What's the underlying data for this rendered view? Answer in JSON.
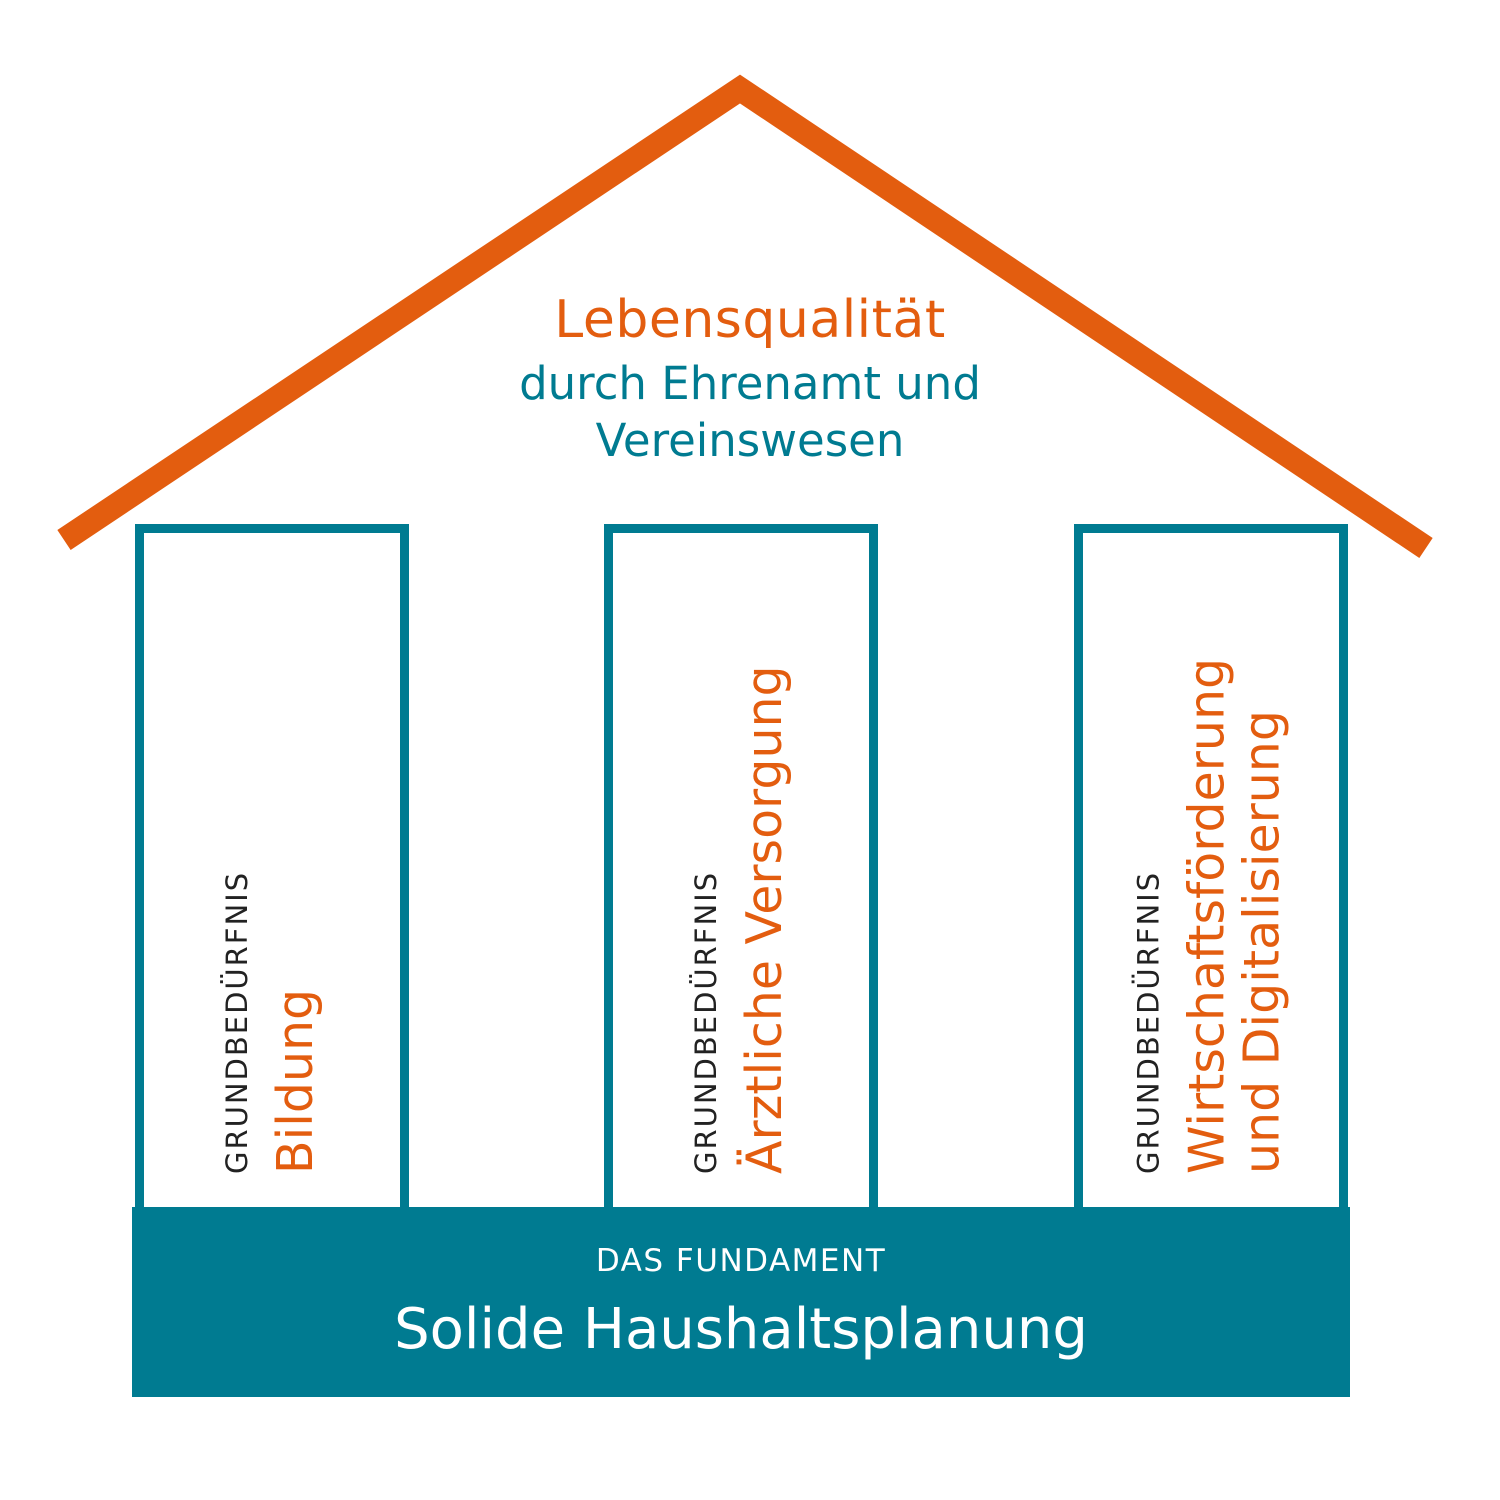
{
  "colors": {
    "accent_orange": "#e35d0f",
    "accent_teal": "#007b91",
    "text_dark": "#222222"
  },
  "roof": {
    "title": "Lebensqualität",
    "subtitle_line1": "durch Ehrenamt und",
    "subtitle_line2": "Vereinswesen"
  },
  "pillars": [
    {
      "kicker": "GRUNDBEDÜRFNIS",
      "title": "Bildung"
    },
    {
      "kicker": "GRUNDBEDÜRFNIS",
      "title": "Ärztliche Versorgung"
    },
    {
      "kicker": "GRUNDBEDÜRFNIS",
      "title_line1": "Wirtschaftsförderung",
      "title_line2": "und Digitalisierung"
    }
  ],
  "foundation": {
    "kicker": "DAS FUNDAMENT",
    "title": "Solide Haushaltsplanung"
  }
}
